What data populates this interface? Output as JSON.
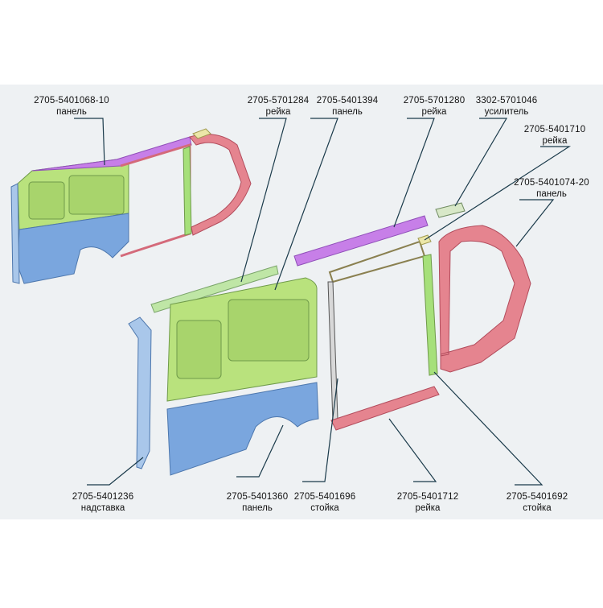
{
  "colors": {
    "green_panel": "#b9e27d",
    "blue_panel": "#7aa6de",
    "purple_rail": "#c77fe8",
    "red_frame": "#e5848f",
    "light_green_rail": "#bfe6a6",
    "leader_line": "#1a3a4a",
    "background_band": "#eef1f3"
  },
  "parts": [
    {
      "code": "2705-5401068-10",
      "name": "панель"
    },
    {
      "code": "2705-5701284",
      "name": "рейка"
    },
    {
      "code": "2705-5401394",
      "name": "панель"
    },
    {
      "code": "2705-5701280",
      "name": "рейка"
    },
    {
      "code": "3302-5701046",
      "name": "усилитель"
    },
    {
      "code": "2705-5401710",
      "name": "рейка"
    },
    {
      "code": "2705-5401074-20",
      "name": "панель"
    },
    {
      "code": "2705-5401236",
      "name": "надставка"
    },
    {
      "code": "2705-5401360",
      "name": "панель"
    },
    {
      "code": "2705-5401696",
      "name": "стойка"
    },
    {
      "code": "2705-5401712",
      "name": "рейка"
    },
    {
      "code": "2705-5401692",
      "name": "стойка"
    }
  ]
}
